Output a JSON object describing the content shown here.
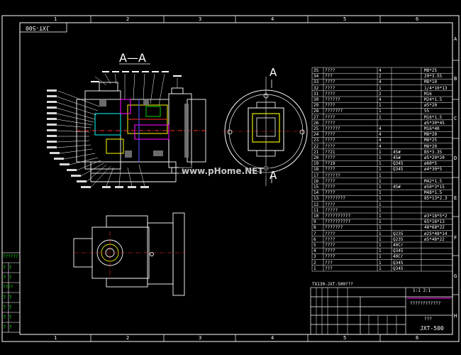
{
  "drawing": {
    "id_code": "JXT-500",
    "id_code_mirrored": "JXT-500",
    "section_label": "A—A",
    "view_marker_top": "A",
    "view_marker_bottom": "A",
    "watermark": "www.pHome.NET",
    "bottom_ref": "TX130-JXT-500???",
    "title_block_main": "????????????",
    "title_block_sub": "???",
    "title_block_code": "JXT-500",
    "title_block_small": "1:1 2:1"
  },
  "zones": {
    "top": [
      "1",
      "2",
      "3",
      "4",
      "5",
      "6"
    ],
    "bottom": [
      "1",
      "2",
      "3",
      "4",
      "5",
      "6"
    ],
    "right": [
      "A",
      "B",
      "C",
      "D",
      "E",
      "F",
      "G",
      "H"
    ]
  },
  "left_block": [
    "??????",
    "? ?",
    "? ?",
    "????",
    "? ?",
    "? ?",
    "? ?",
    "? ?"
  ],
  "parts": [
    {
      "no": "35",
      "name": "????",
      "qty": "4",
      "material": "",
      "spec": "M8*25"
    },
    {
      "no": "34",
      "name": "???",
      "qty": "2",
      "material": "",
      "spec": "20*3.55"
    },
    {
      "no": "33",
      "name": "????",
      "qty": "4",
      "material": "",
      "spec": "M8*10"
    },
    {
      "no": "32",
      "name": "????",
      "qty": "1",
      "material": "",
      "spec": "1/4*10*13"
    },
    {
      "no": "31",
      "name": "????",
      "qty": "2",
      "material": "",
      "spec": "M16"
    },
    {
      "no": "30",
      "name": "??????",
      "qty": "4",
      "material": "",
      "spec": "M24*1.5"
    },
    {
      "no": "29",
      "name": "????",
      "qty": "1",
      "material": "",
      "spec": "ø5*20"
    },
    {
      "no": "28",
      "name": "???????",
      "qty": "1",
      "material": "",
      "spec": "55"
    },
    {
      "no": "27",
      "name": "????",
      "qty": "1",
      "material": "",
      "spec": "M16*1.5"
    },
    {
      "no": "26",
      "name": "????",
      "qty": "",
      "material": "",
      "spec": "ø5*30*45"
    },
    {
      "no": "25",
      "name": "??????",
      "qty": "4",
      "material": "",
      "spec": "M16*40"
    },
    {
      "no": "24",
      "name": "????",
      "qty": "4",
      "material": "",
      "spec": "M8*20"
    },
    {
      "no": "23",
      "name": "????",
      "qty": "4",
      "material": "",
      "spec": "M8*25"
    },
    {
      "no": "22",
      "name": "????",
      "qty": "4",
      "material": "",
      "spec": "M8*20"
    },
    {
      "no": "21",
      "name": "??21",
      "qty": "1",
      "material": "45#",
      "spec": "B5*3.35"
    },
    {
      "no": "20",
      "name": "????",
      "qty": "1",
      "material": "45#",
      "spec": "ø5*20*20"
    },
    {
      "no": "19",
      "name": "??19",
      "qty": "1",
      "material": "Q345",
      "spec": "ø60*5"
    },
    {
      "no": "18",
      "name": "????",
      "qty": "1",
      "material": "Q345",
      "spec": "ø4*30*5"
    },
    {
      "no": "17",
      "name": "??????",
      "qty": "1",
      "material": "",
      "spec": ""
    },
    {
      "no": "16",
      "name": "????",
      "qty": "1",
      "material": "",
      "spec": "M42*1.5"
    },
    {
      "no": "15",
      "name": "????",
      "qty": "1",
      "material": "45#",
      "spec": "ø50*3*15"
    },
    {
      "no": "14",
      "name": "????",
      "qty": "1",
      "material": "",
      "spec": "M48*1.5"
    },
    {
      "no": "13",
      "name": "????????",
      "qty": "1",
      "material": "",
      "spec": "85*13*2.3"
    },
    {
      "no": "12",
      "name": "????",
      "qty": "1",
      "material": "",
      "spec": ""
    },
    {
      "no": "11",
      "name": "?????",
      "qty": "1",
      "material": "",
      "spec": ""
    },
    {
      "no": "10",
      "name": "??????????",
      "qty": "1",
      "material": "",
      "spec": "ø3*18*5*2"
    },
    {
      "no": "9",
      "name": "??????????",
      "qty": "1",
      "material": "",
      "spec": "65*16*13"
    },
    {
      "no": "8",
      "name": "???????",
      "qty": "1",
      "material": "",
      "spec": "48*68*22"
    },
    {
      "no": "7",
      "name": "????",
      "qty": "1",
      "material": "Q235",
      "spec": "ø25*48*14"
    },
    {
      "no": "6",
      "name": "????",
      "qty": "1",
      "material": "Q235",
      "spec": "ø5*48*22"
    },
    {
      "no": "5",
      "name": "????",
      "qty": "1",
      "material": "40Cr",
      "spec": ""
    },
    {
      "no": "4",
      "name": "????",
      "qty": "1",
      "material": "Q345",
      "spec": ""
    },
    {
      "no": "3",
      "name": "????",
      "qty": "1",
      "material": "40Cr",
      "spec": ""
    },
    {
      "no": "2",
      "name": "???",
      "qty": "1",
      "material": "Q345",
      "spec": ""
    },
    {
      "no": "1",
      "name": "???",
      "qty": "1",
      "material": "Q345",
      "spec": ""
    }
  ],
  "colors": {
    "background": "#000000",
    "line": "#ffffff",
    "yellow": "#e8e800",
    "magenta": "#ff00ff",
    "cyan": "#00e8e8",
    "red": "#ff3030",
    "green": "#00c000",
    "blue": "#5050ff"
  }
}
